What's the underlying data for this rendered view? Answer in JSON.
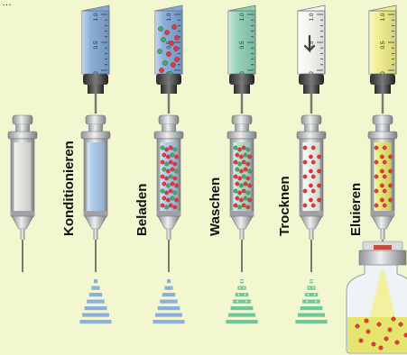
{
  "figure": {
    "corner_mark": "…",
    "steps": [
      {
        "id": "empty",
        "label": "",
        "barrel_fill": "#e4e4dd",
        "reservoir_fill": null,
        "particles": "none",
        "drip": "none",
        "vial": false
      },
      {
        "id": "konditionieren",
        "label": "Konditionieren",
        "barrel_fill": "#a7c7e8",
        "reservoir_fill": "#7fa7d6",
        "particles": "none",
        "drip": "blue",
        "vial": false
      },
      {
        "id": "beladen",
        "label": "Beladen",
        "barrel_fill": "#a7c7e8",
        "reservoir_fill": "#7fa7d6",
        "particles": "red-green",
        "drip": "blue",
        "vial": false
      },
      {
        "id": "waschen",
        "label": "Waschen",
        "barrel_fill": "#aedcc7",
        "reservoir_fill": "#8ccfb0",
        "particles": "red-green",
        "drip": "green",
        "vial": false
      },
      {
        "id": "trocknen",
        "label": "Trocknen",
        "barrel_fill": "#f1f1ea",
        "reservoir_fill": "#f6f6f2",
        "particles": "red",
        "drip": "green",
        "vial": false
      },
      {
        "id": "eluieren",
        "label": "Eluieren",
        "barrel_fill": "#e8e66c",
        "reservoir_fill": "#f1ee86",
        "particles": "red",
        "drip": "yellow",
        "vial": true
      }
    ],
    "scale_labels": [
      "1.0",
      "0.5",
      "0"
    ],
    "colors": {
      "background": "#f3f7cf",
      "blue": "#7fa7d6",
      "green": "#74c9a0",
      "yellow": "#e8e66c",
      "red": "#e23a3a",
      "metal": "#b9bcbf"
    }
  }
}
